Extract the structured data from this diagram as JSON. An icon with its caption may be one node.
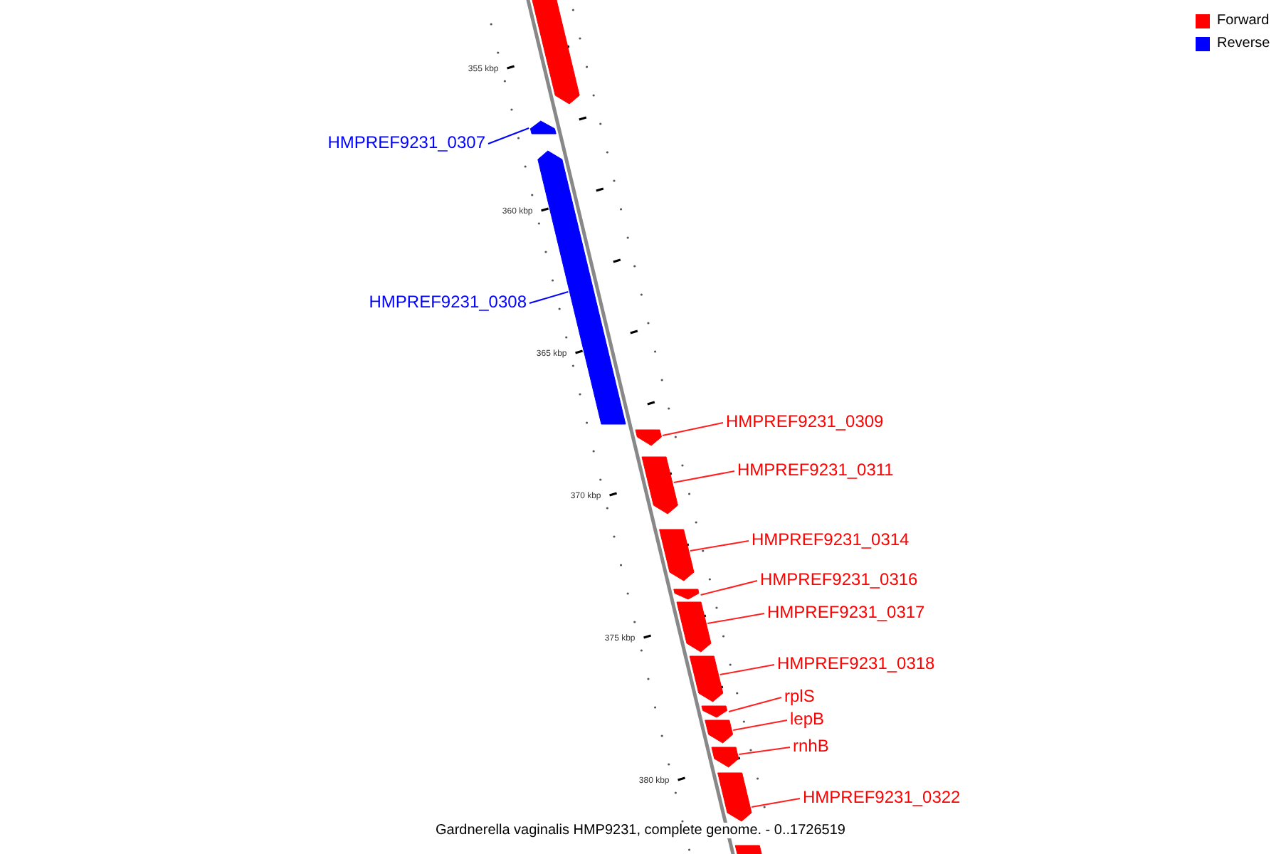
{
  "diagram": {
    "caption": "Gardnerella vaginalis HMP9231, complete genome. - 0..1726519",
    "nodes": [
      {
        "text": [],
        "shape": "arrow"
      },
      {
        "text": [
          "HMPREF9231_0307"
        ]
      },
      {
        "text": [],
        "shape": "arrow"
      },
      {
        "text": [
          "HMPREF9231_0308"
        ]
      },
      {
        "text": [],
        "shape": "arrow"
      },
      {
        "text": [
          "HMPREF9231_0309"
        ]
      },
      {
        "text": [],
        "shape": "arrow"
      },
      {
        "text": [
          "HMPREF9231_0311"
        ]
      },
      {
        "text": [],
        "shape": "arrow"
      },
      {
        "text": [
          "HMPREF9231_0314"
        ]
      },
      {
        "text": [],
        "shape": "arrow"
      },
      {
        "text": [
          "HMPREF9231_0316"
        ]
      },
      {
        "text": [],
        "shape": "arrow"
      },
      {
        "text": [
          "HMPREF9231_0317"
        ]
      },
      {
        "text": [],
        "shape": "arrow"
      },
      {
        "text": [
          "HMPREF9231_0318"
        ]
      },
      {
        "text": [],
        "shape": "arrow"
      },
      {
        "text": [
          "rplS"
        ]
      },
      {
        "text": [],
        "shape": "arrow"
      },
      {
        "text": [
          "lepB"
        ]
      },
      {
        "text": [],
        "shape": "arrow"
      },
      {
        "text": [
          "rnhB"
        ]
      },
      {
        "text": [],
        "shape": "arrow"
      },
      {
        "text": [
          "HMPREF9231_0322"
        ]
      },
      {
        "text": [],
        "shape": "arrow"
      },
      {
        "text": [],
        "shape": "arrow"
      }
    ],
    "edges": [
      {
        "from": 1,
        "to": 2,
        "arrow": "none",
        "color": "#0000ff"
      },
      {
        "from": 3,
        "to": 4,
        "arrow": "none",
        "color": "#0000ff"
      },
      {
        "from": 5,
        "to": 6,
        "arrow": "none"
      },
      {
        "from": 7,
        "to": 8,
        "arrow": "none"
      },
      {
        "from": 9,
        "to": 10,
        "arrow": "none"
      },
      {
        "from": 11,
        "to": 12,
        "arrow": "none"
      },
      {
        "from": 13,
        "to": 14,
        "arrow": "none"
      },
      {
        "from": 15,
        "to": 16,
        "arrow": "none"
      },
      {
        "from": 17,
        "to": 18,
        "arrow": "none"
      },
      {
        "from": 19,
        "to": 20,
        "arrow": "none"
      },
      {
        "from": 21,
        "to": 22,
        "arrow": "none"
      },
      {
        "from": 23,
        "to": 24,
        "arrow": "none"
      }
    ],
    "labels": [
      "355 kbp",
      "360 kbp",
      "365 kbp",
      "370 kbp",
      "375 kbp",
      "380 kbp"
    ],
    "legend": [
      {
        "text": "Forward",
        "color": "#ff0000"
      },
      {
        "text": "Reverse",
        "color": "#0000ff"
      }
    ]
  }
}
